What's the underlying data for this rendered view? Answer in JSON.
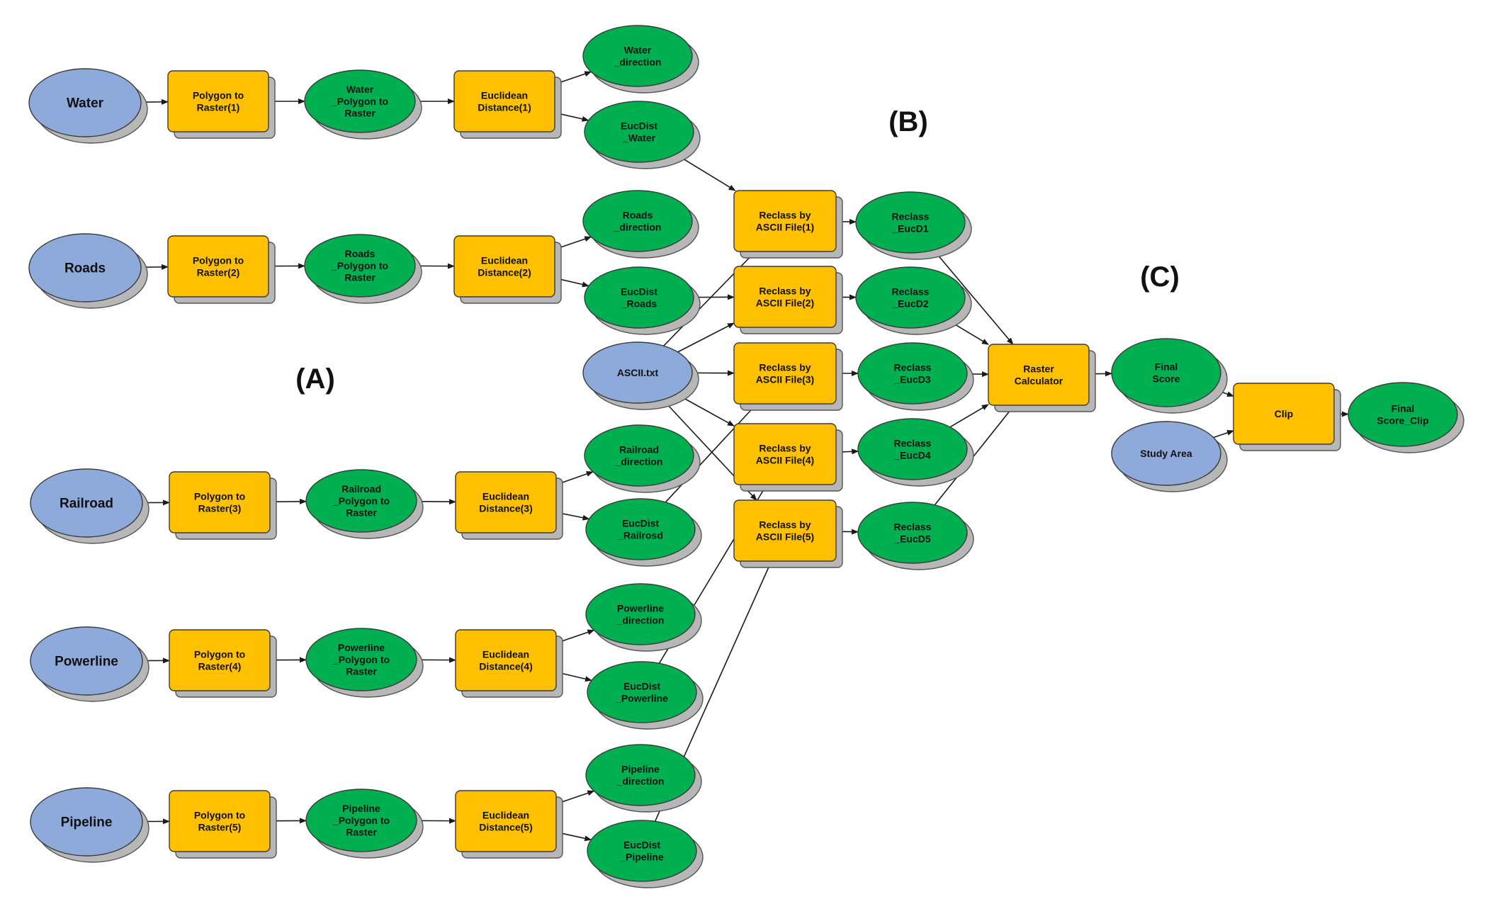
{
  "sections": [
    {
      "id": "A",
      "label": "(A)"
    },
    {
      "id": "B",
      "label": "(B)"
    },
    {
      "id": "C",
      "label": "(C)"
    }
  ],
  "colors": {
    "input": "#8eaadb",
    "tool": "#ffc000",
    "output": "#00b050",
    "shadow": "#b7b7b7",
    "outline": "#3a3a3a"
  },
  "nodes": [
    {
      "id": "water",
      "type": "input",
      "label": "Water"
    },
    {
      "id": "roads",
      "type": "input",
      "label": "Roads"
    },
    {
      "id": "railroad",
      "type": "input",
      "label": "Railroad"
    },
    {
      "id": "powerline",
      "type": "input",
      "label": "Powerline"
    },
    {
      "id": "pipeline",
      "type": "input",
      "label": "Pipeline"
    },
    {
      "id": "p2r1",
      "type": "tool",
      "label": "Polygon to\nRaster(1)"
    },
    {
      "id": "p2r2",
      "type": "tool",
      "label": "Polygon to\nRaster(2)"
    },
    {
      "id": "p2r3",
      "type": "tool",
      "label": "Polygon to\nRaster(3)"
    },
    {
      "id": "p2r4",
      "type": "tool",
      "label": "Polygon to\nRaster(4)"
    },
    {
      "id": "p2r5",
      "type": "tool",
      "label": "Polygon to\nRaster(5)"
    },
    {
      "id": "wpr",
      "type": "output",
      "label": "Water\n_Polygon to\nRaster"
    },
    {
      "id": "rpr",
      "type": "output",
      "label": "Roads\n_Polygon to\nRaster"
    },
    {
      "id": "rrpr",
      "type": "output",
      "label": "Railroad\n_Polygon to\nRaster"
    },
    {
      "id": "ppr",
      "type": "output",
      "label": "Powerline\n_Polygon to\nRaster"
    },
    {
      "id": "pipr",
      "type": "output",
      "label": "Pipeline\n_Polygon to\nRaster"
    },
    {
      "id": "ed1",
      "type": "tool",
      "label": "Euclidean\nDistance(1)"
    },
    {
      "id": "ed2",
      "type": "tool",
      "label": "Euclidean\nDistance(2)"
    },
    {
      "id": "ed3",
      "type": "tool",
      "label": "Euclidean\nDistance(3)"
    },
    {
      "id": "ed4",
      "type": "tool",
      "label": "Euclidean\nDistance(4)"
    },
    {
      "id": "ed5",
      "type": "tool",
      "label": "Euclidean\nDistance(5)"
    },
    {
      "id": "wdir",
      "type": "output",
      "label": "Water\n_direction"
    },
    {
      "id": "edw",
      "type": "output",
      "label": "EucDist\n_Water"
    },
    {
      "id": "rdir",
      "type": "output",
      "label": "Roads\n_direction"
    },
    {
      "id": "edr",
      "type": "output",
      "label": "EucDist\n_Roads"
    },
    {
      "id": "ascii",
      "type": "input",
      "label": "ASCII.txt"
    },
    {
      "id": "rrdir",
      "type": "output",
      "label": "Railroad\n_direction"
    },
    {
      "id": "edrr",
      "type": "output",
      "label": "EucDist\n_Railrosd"
    },
    {
      "id": "pldir",
      "type": "output",
      "label": "Powerline\n_direction"
    },
    {
      "id": "edpl",
      "type": "output",
      "label": "EucDist\n_Powerline"
    },
    {
      "id": "pidir",
      "type": "output",
      "label": "Pipeline\n_direction"
    },
    {
      "id": "edpi",
      "type": "output",
      "label": "EucDist\n_Pipeline"
    },
    {
      "id": "rc1",
      "type": "tool",
      "label": "Reclass by\nASCII File(1)"
    },
    {
      "id": "rc2",
      "type": "tool",
      "label": "Reclass by\nASCII File(2)"
    },
    {
      "id": "rc3",
      "type": "tool",
      "label": "Reclass by\nASCII File(3)"
    },
    {
      "id": "rc4",
      "type": "tool",
      "label": "Reclass by\nASCII File(4)"
    },
    {
      "id": "rc5",
      "type": "tool",
      "label": "Reclass by\nASCII File(5)"
    },
    {
      "id": "re1",
      "type": "output",
      "label": "Reclass\n_EucD1"
    },
    {
      "id": "re2",
      "type": "output",
      "label": "Reclass\n_EucD2"
    },
    {
      "id": "re3",
      "type": "output",
      "label": "Reclass\n_EucD3"
    },
    {
      "id": "re4",
      "type": "output",
      "label": "Reclass\n_EucD4"
    },
    {
      "id": "re5",
      "type": "output",
      "label": "Reclass\n_EucD5"
    },
    {
      "id": "rcalc",
      "type": "tool",
      "label": "Raster\nCalculator"
    },
    {
      "id": "fs",
      "type": "output",
      "label": "Final\nScore"
    },
    {
      "id": "sa",
      "type": "input",
      "label": "Study Area"
    },
    {
      "id": "clip",
      "type": "tool",
      "label": "Clip"
    },
    {
      "id": "fsc",
      "type": "output",
      "label": "Final\nScore_Clip"
    }
  ],
  "edges": [
    [
      "water",
      "p2r1"
    ],
    [
      "p2r1",
      "wpr"
    ],
    [
      "wpr",
      "ed1"
    ],
    [
      "ed1",
      "wdir"
    ],
    [
      "ed1",
      "edw"
    ],
    [
      "roads",
      "p2r2"
    ],
    [
      "p2r2",
      "rpr"
    ],
    [
      "rpr",
      "ed2"
    ],
    [
      "ed2",
      "rdir"
    ],
    [
      "ed2",
      "edr"
    ],
    [
      "railroad",
      "p2r3"
    ],
    [
      "p2r3",
      "rrpr"
    ],
    [
      "rrpr",
      "ed3"
    ],
    [
      "ed3",
      "rrdir"
    ],
    [
      "ed3",
      "edrr"
    ],
    [
      "powerline",
      "p2r4"
    ],
    [
      "p2r4",
      "ppr"
    ],
    [
      "ppr",
      "ed4"
    ],
    [
      "ed4",
      "pldir"
    ],
    [
      "ed4",
      "edpl"
    ],
    [
      "pipeline",
      "p2r5"
    ],
    [
      "p2r5",
      "pipr"
    ],
    [
      "pipr",
      "ed5"
    ],
    [
      "ed5",
      "pidir"
    ],
    [
      "ed5",
      "edpi"
    ],
    [
      "edw",
      "rc1"
    ],
    [
      "edr",
      "rc2"
    ],
    [
      "edrr",
      "rc3"
    ],
    [
      "edpl",
      "rc4"
    ],
    [
      "edpi",
      "rc5"
    ],
    [
      "ascii",
      "rc1"
    ],
    [
      "ascii",
      "rc2"
    ],
    [
      "ascii",
      "rc3"
    ],
    [
      "ascii",
      "rc4"
    ],
    [
      "ascii",
      "rc5"
    ],
    [
      "rc1",
      "re1"
    ],
    [
      "rc2",
      "re2"
    ],
    [
      "rc3",
      "re3"
    ],
    [
      "rc4",
      "re4"
    ],
    [
      "rc5",
      "re5"
    ],
    [
      "re1",
      "rcalc"
    ],
    [
      "re2",
      "rcalc"
    ],
    [
      "re3",
      "rcalc"
    ],
    [
      "re4",
      "rcalc"
    ],
    [
      "re5",
      "rcalc"
    ],
    [
      "rcalc",
      "fs"
    ],
    [
      "fs",
      "clip"
    ],
    [
      "sa",
      "clip"
    ],
    [
      "clip",
      "fsc"
    ]
  ]
}
